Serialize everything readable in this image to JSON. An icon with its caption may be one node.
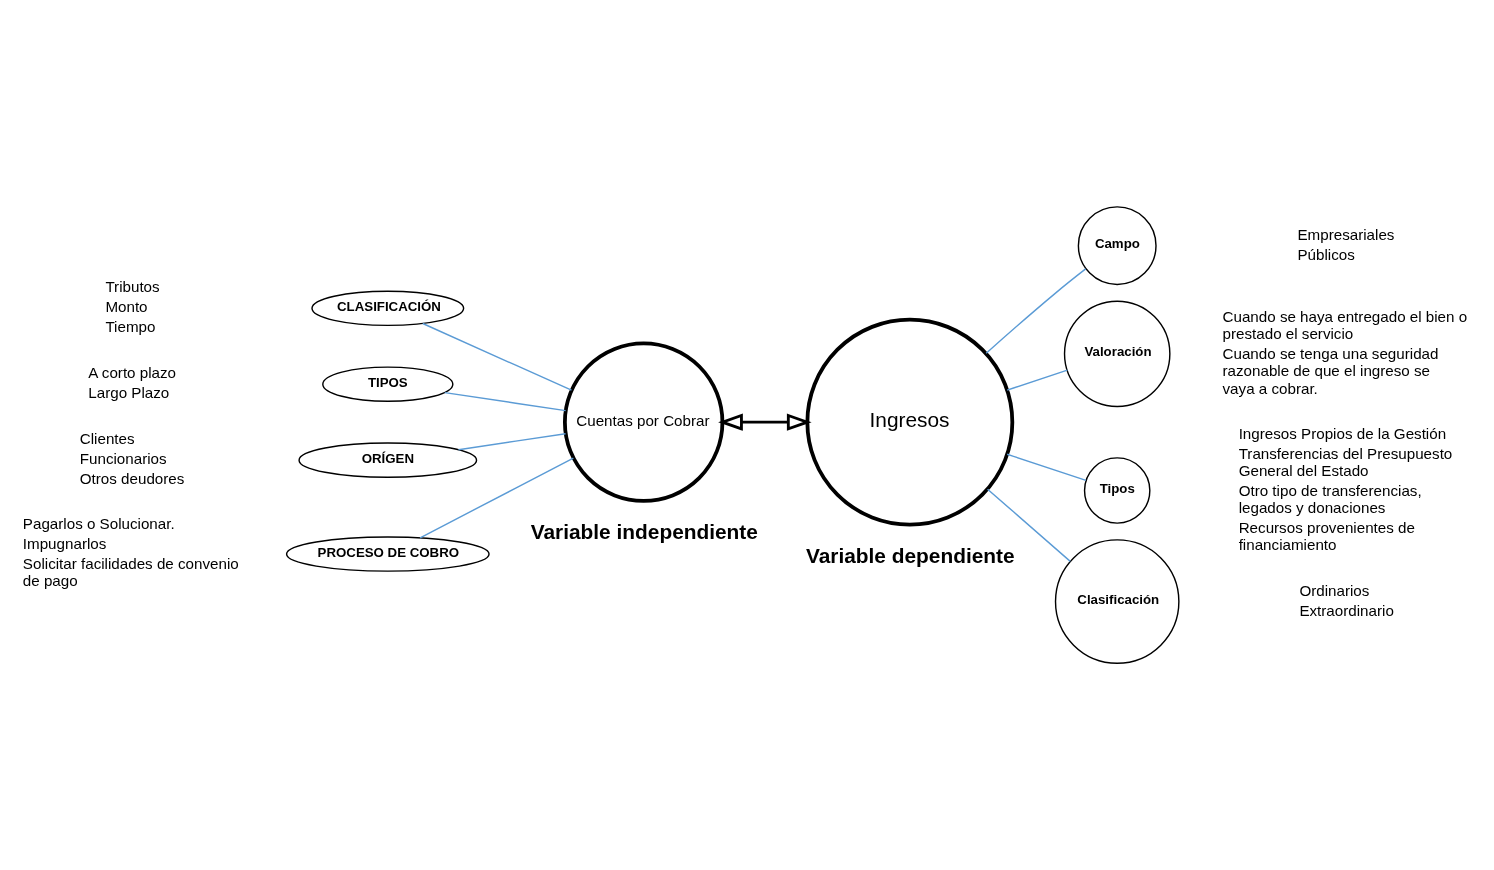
{
  "diagram": {
    "nodes": [
      {
        "text": [
          "ORÍGEN"
        ],
        "beside": [
          "Clientes",
          "Funcionarios",
          "Otros deudores"
        ]
      },
      {
        "text": [
          "TIPOS"
        ],
        "beside": [
          "A corto plazo",
          "Largo Plazo"
        ]
      },
      {
        "text": [
          "CLASIFICACIÓN"
        ],
        "beside": [
          "Tributos",
          "Monto",
          "Tiempo"
        ]
      },
      {
        "text": [
          "PROCESO DE COBRO"
        ],
        "beside": [
          "Pagarlos o Solucionar.",
          "Impugnarlos",
          "Solicitar facilidades de convenio de pago"
        ]
      },
      {
        "text": [
          "Cuentas por Cobrar"
        ]
      },
      {
        "text": [
          "Ingresos"
        ]
      },
      {
        "text": [
          "Campo"
        ],
        "beside": [
          "Empresariales",
          "Públicos"
        ]
      },
      {
        "text": [
          "Valoración"
        ],
        "beside": [
          "Cuando se haya entregado el bien o prestado el servicio",
          "Cuando se tenga una seguridad razonable de que el ingreso se vaya a cobrar."
        ]
      },
      {
        "text": [
          "Tipos"
        ],
        "beside": [
          "Ingresos Propios de la Gestión",
          "Transferencias del Presupuesto General del Estado",
          "Otro tipo de transferencias, legados y donaciones",
          "Recursos provenientes de financiamiento"
        ]
      },
      {
        "text": [
          "Clasificación"
        ],
        "beside": [
          "Ordinarios",
          "Extraordinario"
        ]
      }
    ],
    "edges": [
      {
        "from": 0,
        "to": 4,
        "arrow": "none"
      },
      {
        "from": 1,
        "to": 4,
        "arrow": "none"
      },
      {
        "from": 2,
        "to": 4,
        "arrow": "none"
      },
      {
        "from": 3,
        "to": 4,
        "arrow": "none"
      },
      {
        "from": 4,
        "to": 5,
        "arrow": "both",
        "color": "#000000"
      },
      {
        "from": 5,
        "to": 6,
        "arrow": "none"
      },
      {
        "from": 5,
        "to": 7,
        "arrow": "none"
      },
      {
        "from": 5,
        "to": 8,
        "arrow": "none"
      },
      {
        "from": 5,
        "to": 9,
        "arrow": "none"
      }
    ],
    "labels": [
      "Variable independiente",
      "Variable dependiente"
    ]
  }
}
